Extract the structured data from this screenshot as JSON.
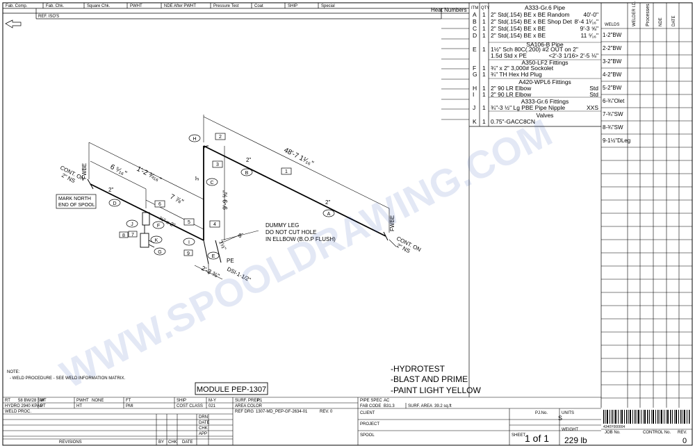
{
  "header": {
    "cells": [
      "Fab. Comp.",
      "Fab. Chk.",
      "Square Chk.",
      "PWHT",
      "NDE After PWHT",
      "Pressure Test",
      "Coat",
      "SHIP",
      "Special"
    ],
    "heat_numbers": "Heat Numbers",
    "ref_isos": "REF. ISO'S"
  },
  "bom": {
    "col_itm": "ITM",
    "col_qty": "QTY",
    "sections": [
      {
        "title": "A333-Gr.6 Pipe",
        "rows": [
          {
            "itm": "A",
            "qty": "1",
            "desc": "2\" Std(.154)  BE x BE Random",
            "len": "40'-0\""
          },
          {
            "itm": "B",
            "qty": "1",
            "desc": "2\" Std(.154)  BE x BE Shop Det",
            "len": "8'-4 1¹⁄₁₆\""
          },
          {
            "itm": "C",
            "qty": "1",
            "desc": "2\" Std(.154)  BE x BE",
            "len": "9'-3 ⅝\""
          },
          {
            "itm": "D",
            "qty": "1",
            "desc": "2\" Std(.154)  BE x BE",
            "len": "11 ⁵⁄₁₆\""
          }
        ]
      },
      {
        "title": "SA106-B Pipe",
        "rows": [
          {
            "itm": "E",
            "qty": "1",
            "desc": "1½\" Sch 80C(.200) #2 OUT on 2\"",
            "len": ""
          },
          {
            "itm": "",
            "qty": "",
            "desc": "1.5d Std x PE",
            "len": "<2'-3 1/16> 2'-5 ⅛\""
          }
        ]
      },
      {
        "title": "A350-LF2 Fittings",
        "rows": [
          {
            "itm": "F",
            "qty": "1",
            "desc": "¾\" x 2\" 3,000# Sockolet",
            "len": ""
          },
          {
            "itm": "G",
            "qty": "1",
            "desc": "¾\" TH Hex Hd Plug",
            "len": ""
          }
        ]
      },
      {
        "title": "A420-WPL6 Fittings",
        "rows": [
          {
            "itm": "H",
            "qty": "1",
            "desc": "2\" 90 LR Elbow",
            "len": "Std"
          },
          {
            "itm": "I",
            "qty": "1",
            "desc": "2\" 90 LR Elbow",
            "len": "Std"
          }
        ]
      },
      {
        "title": "A333-Gr.6 Fittings",
        "rows": [
          {
            "itm": "J",
            "qty": "1",
            "desc": "¾\"-3 ½\" Lg PBE Pipe Nipple",
            "len": "XXS"
          }
        ]
      },
      {
        "title": "Valves",
        "rows": [
          {
            "itm": "K",
            "qty": "1",
            "desc": "0.75\"-GACC8CN",
            "len": ""
          }
        ]
      }
    ]
  },
  "welds": {
    "headers": [
      "WELDS",
      "WELDER I.D.",
      "Processes",
      "NDE",
      "DATE"
    ],
    "items": [
      "1-2\"BW",
      "2-2\"BW",
      "3-2\"BW",
      "4-2\"BW",
      "5-2\"BW",
      "6-¾\"Olet",
      "7-¾\"SW",
      "8-¾\"SW",
      "9-1½\"DLeg"
    ]
  },
  "iso": {
    "dims": {
      "d1": "6 ⁵⁄₁₆\"",
      "d2": "1'-2 ¾₁₆\"",
      "d3": "7 ⅞\"",
      "d4": "48'-7 1¹⁄₁₆\"",
      "d5": "9'-9 ⅝\"",
      "d6": "2'-3 ⅜\"",
      "d7": "3\""
    },
    "cont_left": "CONT. ON",
    "fwbe_left": "FWBE",
    "ns_left": "2\" NS",
    "cont_right": "CONT. ON",
    "fwbe_right": "FWBE",
    "ns_right": "2\" NS",
    "mark_north": [
      "MARK NORTH",
      "END OF SPOOL"
    ],
    "dummy_leg": [
      "DUMMY LEG",
      "DO NOT CUT HOLE",
      "IN ELLBOW (B.O.P FLUSH)"
    ],
    "pe": "PE",
    "dsi": "DSI-1-1/2\"",
    "size_2in": "2\"",
    "branch_size": "¾\" x 2\"",
    "one_half": "1½\"",
    "six": "6",
    "letters": [
      "A",
      "B",
      "C",
      "D",
      "E",
      "F",
      "G",
      "H",
      "I",
      "J",
      "K"
    ],
    "weld_nums": [
      "1",
      "2",
      "3",
      "4",
      "5",
      "6",
      "7",
      "8",
      "9"
    ]
  },
  "notes": {
    "label": "NOTE:",
    "weld_proc": "- WELD PROCEDURE - SEE WELD INFORMATION MATRIX."
  },
  "instructions": [
    "-HYDROTEST",
    "-BLAST AND PRIME",
    "-PAINT LIGHT YELLOW"
  ],
  "module": "MODULE PEP-1307",
  "watermark": "WWW.SPOOLDRAWING.COM",
  "titleblock": {
    "rt": "RT",
    "rt_val": "58 BW/28 SW",
    "mt": "MT",
    "pwht": "PWHT",
    "pwht_val": "NONE",
    "ft": "FT",
    "ship": "SHIP",
    "ship_val": "M-Y",
    "surf_prep": "SURF. PREP.",
    "surf_prep_val": "P1",
    "hydro": "HYDRO 2940 KPAG",
    "pt": "PT",
    "ht": "HT",
    "pmi": "PMI",
    "cost_class": "COST CLASS",
    "cost_class_val": "021",
    "area_color": "AREA COLOR",
    "weld_proc": "WELD PROC.",
    "ref_drg": "REF DRG",
    "ref_drg_val": "1307-MD_PEP-GF-2634-01",
    "rev_lbl": "REV.",
    "rev_val": "0",
    "drn": "DRN",
    "date": "DATE",
    "chk": "CHK",
    "app": "APP",
    "revisions": "REVISIONS",
    "by": "BY",
    "chk2": "CHK",
    "date2": "DATE",
    "pipe_spec": "PIPE SPEC",
    "pipe_spec_val": "AC",
    "fab_code": "FAB CODE",
    "fab_code_val": "B31.3",
    "surf_area": "SURF. AREA",
    "surf_area_val": "39.2 sq.ft",
    "client": "CLIENT",
    "project": "PROJECT",
    "spool": "SPOOL",
    "pj_no": "PJ.No.",
    "units": "UNITS",
    "units_val": "S",
    "sheet": "SHEET",
    "sheet_val": "1 of 1",
    "weight": "WEIGHT",
    "weight_val": "229 lb",
    "barcode_text": "4340Y000004",
    "job_no": "JOB No.",
    "control_no": "CONTROL No.",
    "rev": "REV.",
    "rev_num": "0"
  }
}
